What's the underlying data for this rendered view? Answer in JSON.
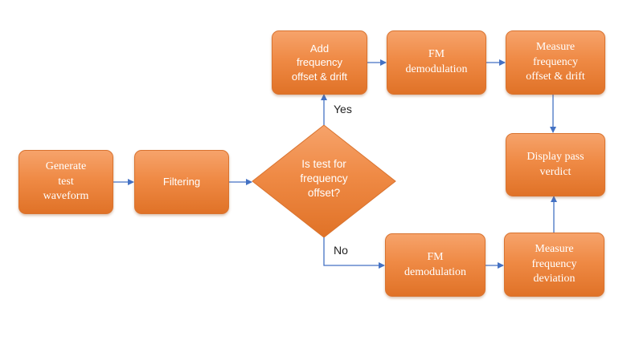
{
  "nodes": {
    "generate": "Generate\ntest\nwaveform",
    "filtering": "Filtering",
    "decision": "Is test for\nfrequency\noffset?",
    "add_offset": "Add\nfrequency\noffset & drift",
    "fm_demod_top": "FM\ndemodulation",
    "measure_offset": "Measure\nfrequency\noffset & drift",
    "display_pass": "Display pass\nverdict",
    "fm_demod_bottom": "FM\ndemodulation",
    "measure_deviation": "Measure\nfrequency\ndeviation"
  },
  "edges": {
    "yes": "Yes",
    "no": "No"
  },
  "colors": {
    "box_fill": "#ef8a45",
    "arrow": "#4472c4"
  }
}
